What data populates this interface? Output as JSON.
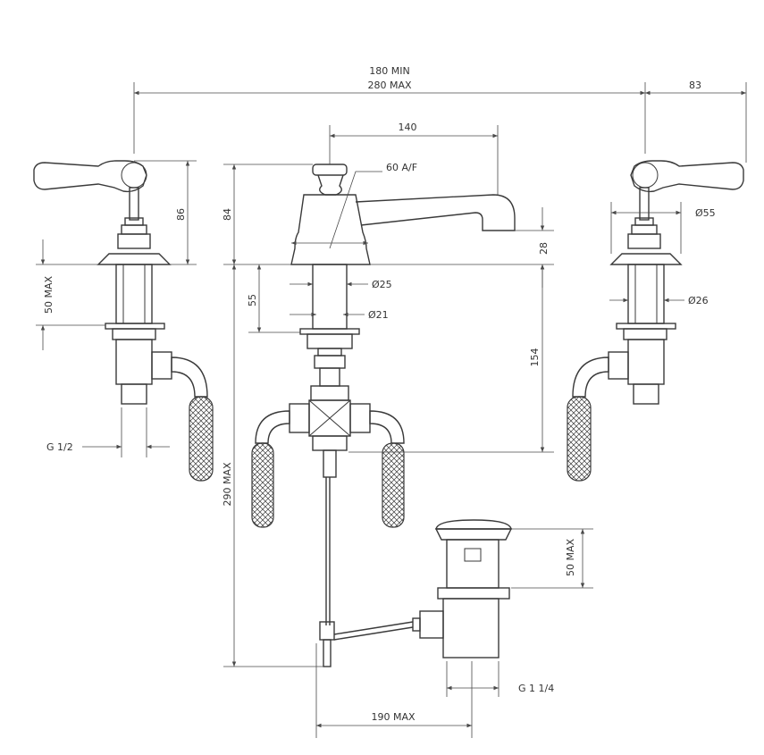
{
  "labels": {
    "width_min": "180 MIN",
    "width_max": "280 MAX",
    "handle_offset": "83",
    "spout_reach": "140",
    "across_flats": "60 A/F",
    "spout_height": "84",
    "handle_height": "86",
    "dia_55": "Ø55",
    "spout_outlet": "28",
    "dia_25": "Ø25",
    "dia_21": "Ø21",
    "shank_55": "55",
    "valve_shank_max": "50 MAX",
    "dia_26": "Ø26",
    "depth_154": "154",
    "thread_half": "G 1/2",
    "overall_depth": "290 MAX",
    "waste_max": "50 MAX",
    "waste_thread": "G 1 1/4",
    "lever_reach": "190 MAX"
  },
  "colors": {
    "line": "#3a3a3a",
    "dimension": "#4a4a4a",
    "text": "#333333",
    "background": "#ffffff"
  }
}
